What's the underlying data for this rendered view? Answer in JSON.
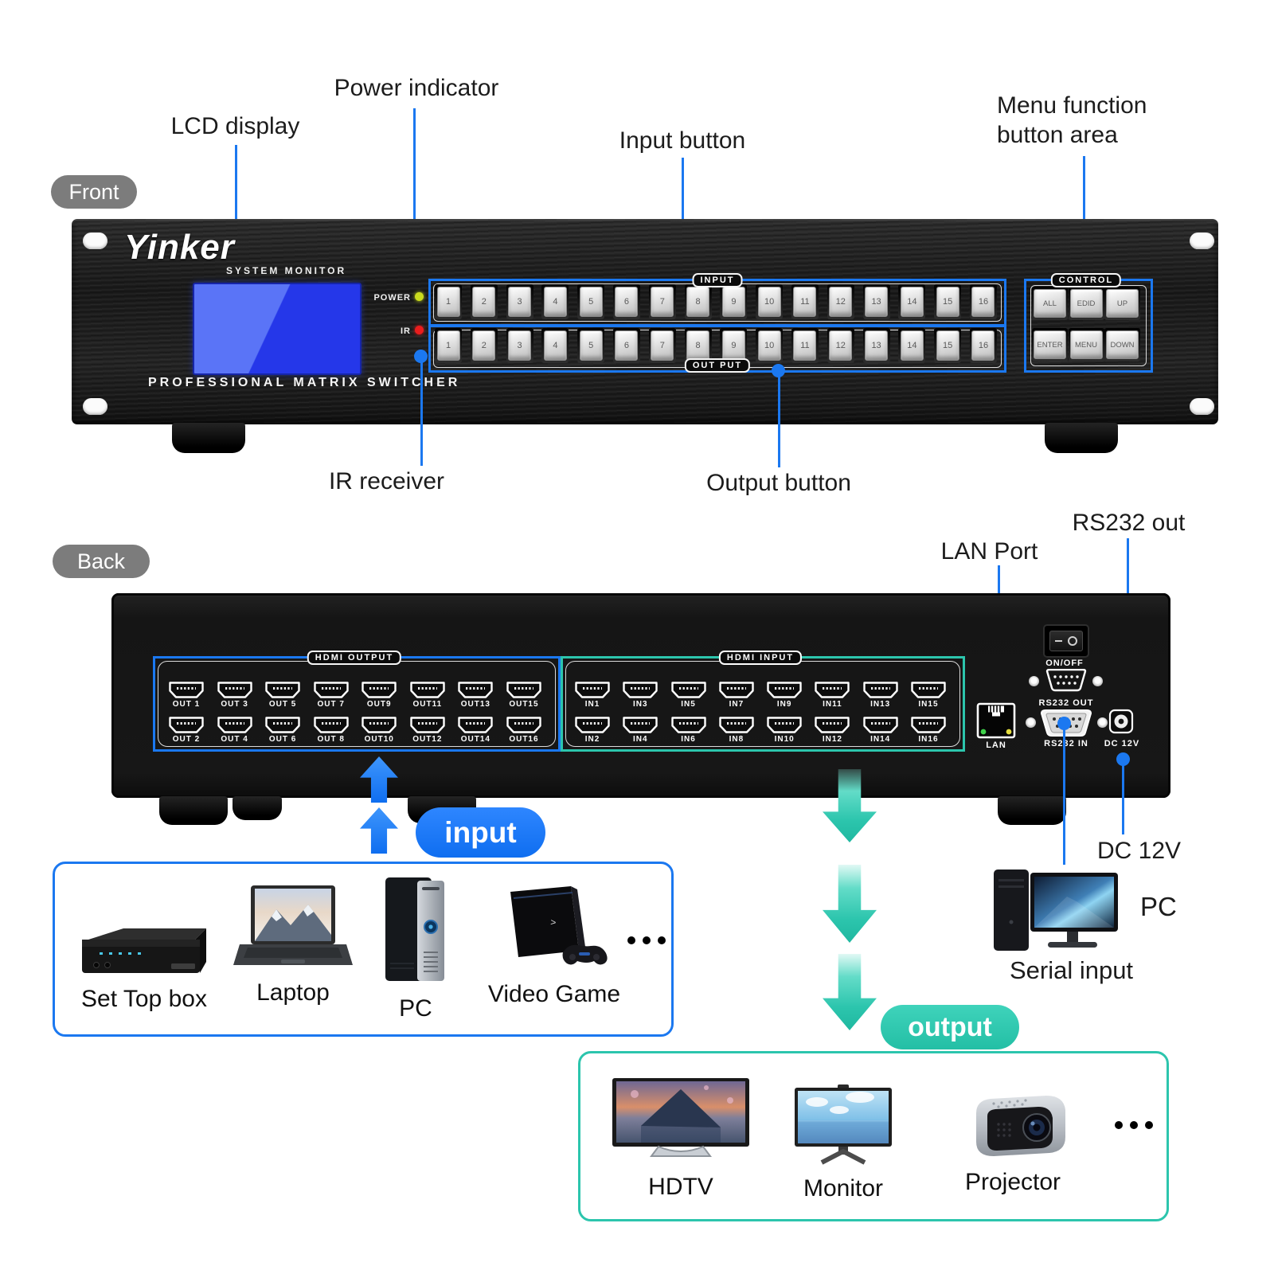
{
  "colors": {
    "accent_blue": "#1b78f0",
    "accent_teal": "#2cc5ad",
    "lcd_blue": "#2537e9",
    "lcd_blue_light": "#5a74f7",
    "led_power": "#c9db1e",
    "led_ir": "#ea1d1d",
    "badge_gray": "#7c7c7c"
  },
  "front": {
    "badge": "Front",
    "brand": "Yinker",
    "subtitle": "SYSTEM MONITOR",
    "caption": "PROFESSIONAL MATRIX SWITCHER",
    "power_label": "POWER",
    "ir_label": "IR",
    "groups": {
      "input": "INPUT",
      "output": "OUT PUT",
      "control": "CONTROL"
    },
    "input_buttons": [
      "1",
      "2",
      "3",
      "4",
      "5",
      "6",
      "7",
      "8",
      "9",
      "10",
      "11",
      "12",
      "13",
      "14",
      "15",
      "16"
    ],
    "output_buttons": [
      "1",
      "2",
      "3",
      "4",
      "5",
      "6",
      "7",
      "8",
      "9",
      "10",
      "11",
      "12",
      "13",
      "14",
      "15",
      "16"
    ],
    "control_buttons": [
      "ALL",
      "EDID",
      "UP",
      "ENTER",
      "MENU",
      "DOWN"
    ],
    "callouts": {
      "lcd": "LCD display",
      "power": "Power indicator",
      "input": "Input button",
      "menu_line1": "Menu function",
      "menu_line2": "button area",
      "ir": "IR receiver",
      "output": "Output button"
    }
  },
  "back": {
    "badge": "Back",
    "hdmi_output_label": "HDMI OUTPUT",
    "hdmi_input_label": "HDMI INPUT",
    "out_row1": [
      "OUT 1",
      "OUT 3",
      "OUT 5",
      "OUT 7",
      "OUT9",
      "OUT11",
      "OUT13",
      "OUT15"
    ],
    "out_row2": [
      "OUT 2",
      "OUT 4",
      "OUT 6",
      "OUT 8",
      "OUT10",
      "OUT12",
      "OUT14",
      "OUT16"
    ],
    "in_row1": [
      "IN1",
      "IN3",
      "IN5",
      "IN7",
      "IN9",
      "IN11",
      "IN13",
      "IN15"
    ],
    "in_row2": [
      "IN2",
      "IN4",
      "IN6",
      "IN8",
      "IN10",
      "IN12",
      "IN14",
      "IN16"
    ],
    "lan_label": "LAN",
    "onoff_label": "ON/OFF",
    "rs232_out_label": "RS232 OUT",
    "rs232_in_label": "RS232 IN",
    "dc_label": "DC 12V",
    "callouts": {
      "lan": "LAN Port",
      "rs232_out": "RS232 out",
      "dc": "DC 12V",
      "pc": "PC",
      "serial": "Serial input"
    }
  },
  "flow": {
    "input_pill": "input",
    "output_pill": "output",
    "input_devices": [
      "Set Top box",
      "Laptop",
      "PC",
      "Video Game"
    ],
    "output_devices": [
      "HDTV",
      "Monitor",
      "Projector"
    ]
  }
}
